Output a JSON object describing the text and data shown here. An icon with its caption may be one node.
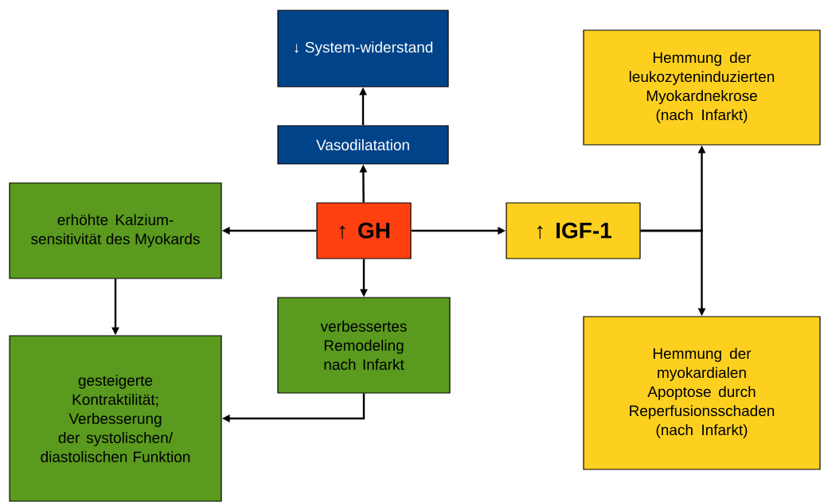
{
  "diagram": {
    "nodes": [
      {
        "text": [
          "↓ System-widerstand"
        ]
      },
      {
        "text": [
          "Vasodilatation"
        ]
      },
      {
        "text": [
          "erhöhte Kalzium-sensitivität des Myokards"
        ]
      },
      {
        "text": [
          "↑ GH"
        ]
      },
      {
        "text": [
          "↑ IGF-1"
        ]
      },
      {
        "text": [
          "Hemmung der leukozyteninduzierten Myokardnekrose (nach Infarkt)"
        ]
      },
      {
        "text": [
          "verbessertes Remodeling nach Infarkt"
        ]
      },
      {
        "text": [
          "gesteigerte Kontraktilität; Verbesserung der systolischen/ diastolischen Funktion"
        ]
      },
      {
        "text": [
          "Hemmung der myokardialen Apoptose durch Reperfusionsschaden (nach Infarkt)"
        ]
      }
    ],
    "edges": [
      {
        "from": 1,
        "to": 0,
        "arrow": "to"
      },
      {
        "from": 3,
        "to": 1,
        "arrow": "to"
      },
      {
        "from": 3,
        "to": 2,
        "arrow": "to"
      },
      {
        "from": 3,
        "to": 4,
        "arrow": "to"
      },
      {
        "from": 3,
        "to": 6,
        "arrow": "to"
      },
      {
        "from": 2,
        "to": 7,
        "arrow": "to"
      },
      {
        "from": 6,
        "to": 7,
        "arrow": "to"
      },
      {
        "from": 4,
        "to": 5,
        "arrow": "to"
      },
      {
        "from": 4,
        "to": 8,
        "arrow": "to"
      }
    ]
  }
}
